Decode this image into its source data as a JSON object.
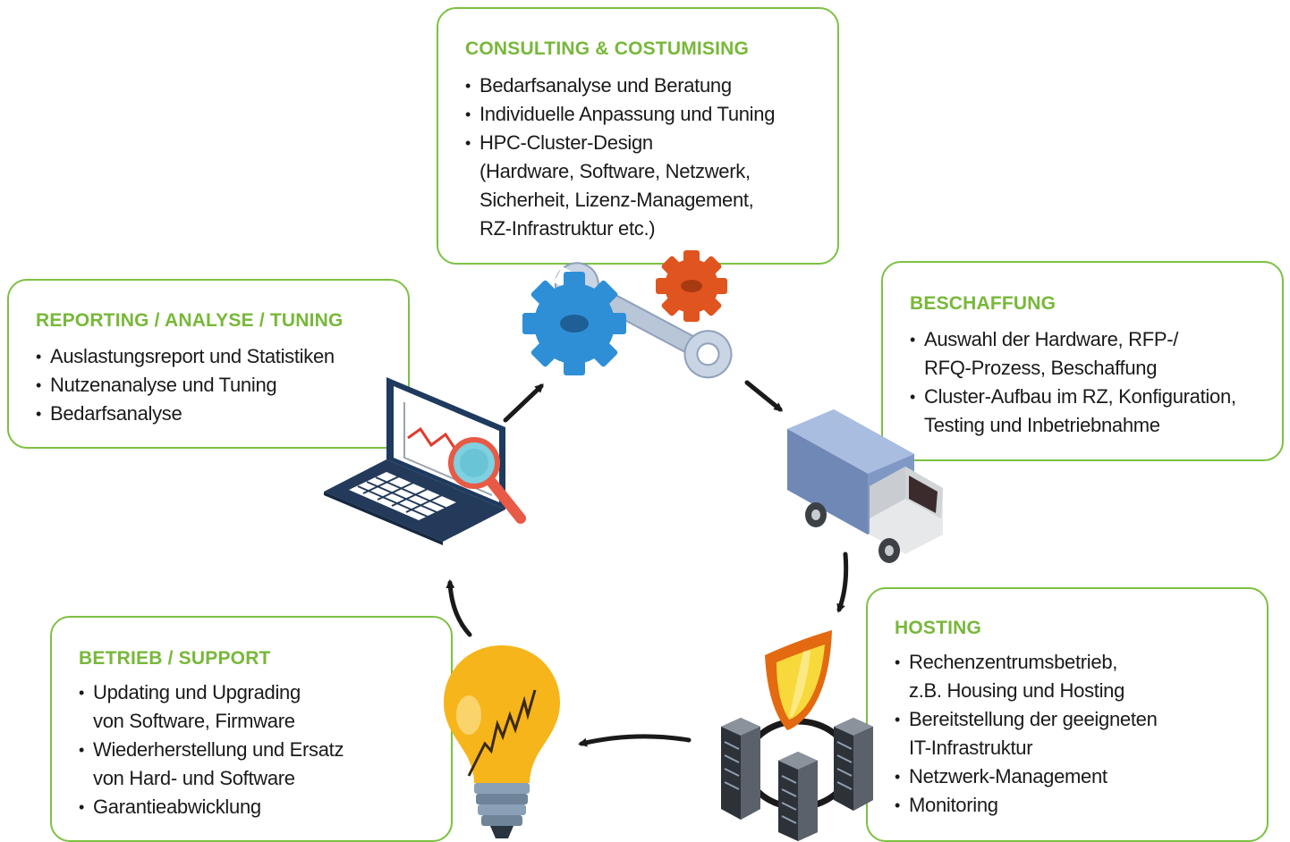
{
  "colors": {
    "border": "#7cc142",
    "heading": "#78b83a",
    "text": "#1a1a1a",
    "arrow": "#1a1a1a"
  },
  "consulting": {
    "title": "CONSULTING & COSTUMISING",
    "items": [
      "Bedarfsanalyse und Beratung",
      "Individuelle Anpassung und Tuning",
      "HPC-Cluster-Design\n(Hardware, Software, Netzwerk,\nSicherheit, Lizenz-Management,\nRZ-Infrastruktur etc.)"
    ]
  },
  "reporting": {
    "title": "REPORTING / ANALYSE / TUNING",
    "items": [
      "Auslastungsreport und Statistiken",
      "Nutzenanalyse und Tuning",
      "Bedarfsanalyse"
    ]
  },
  "beschaffung": {
    "title": "BESCHAFFUNG",
    "items": [
      "Auswahl der Hardware, RFP-/\nRFQ-Prozess, Beschaffung",
      "Cluster-Aufbau im RZ, Konfiguration,\nTesting und Inbetriebnahme"
    ]
  },
  "hosting": {
    "title": "HOSTING",
    "items": [
      "Rechenzentrumsbetrieb,\nz.B. Housing und Hosting",
      "Bereitstellung der geeigneten\nIT-Infrastruktur",
      "Netzwerk-Management",
      "Monitoring"
    ]
  },
  "betrieb": {
    "title": "BETRIEB / SUPPORT",
    "items": [
      "Updating und Upgrading\nvon Software, Firmware",
      "Wiederherstellung und Ersatz\nvon Hard- und Software",
      "Garantieabwicklung"
    ]
  },
  "icons": {
    "consulting": "gears-wrench-icon",
    "beschaffung": "truck-icon",
    "hosting": "shield-servers-icon",
    "betrieb": "lightbulb-icon",
    "reporting": "laptop-chart-icon"
  }
}
